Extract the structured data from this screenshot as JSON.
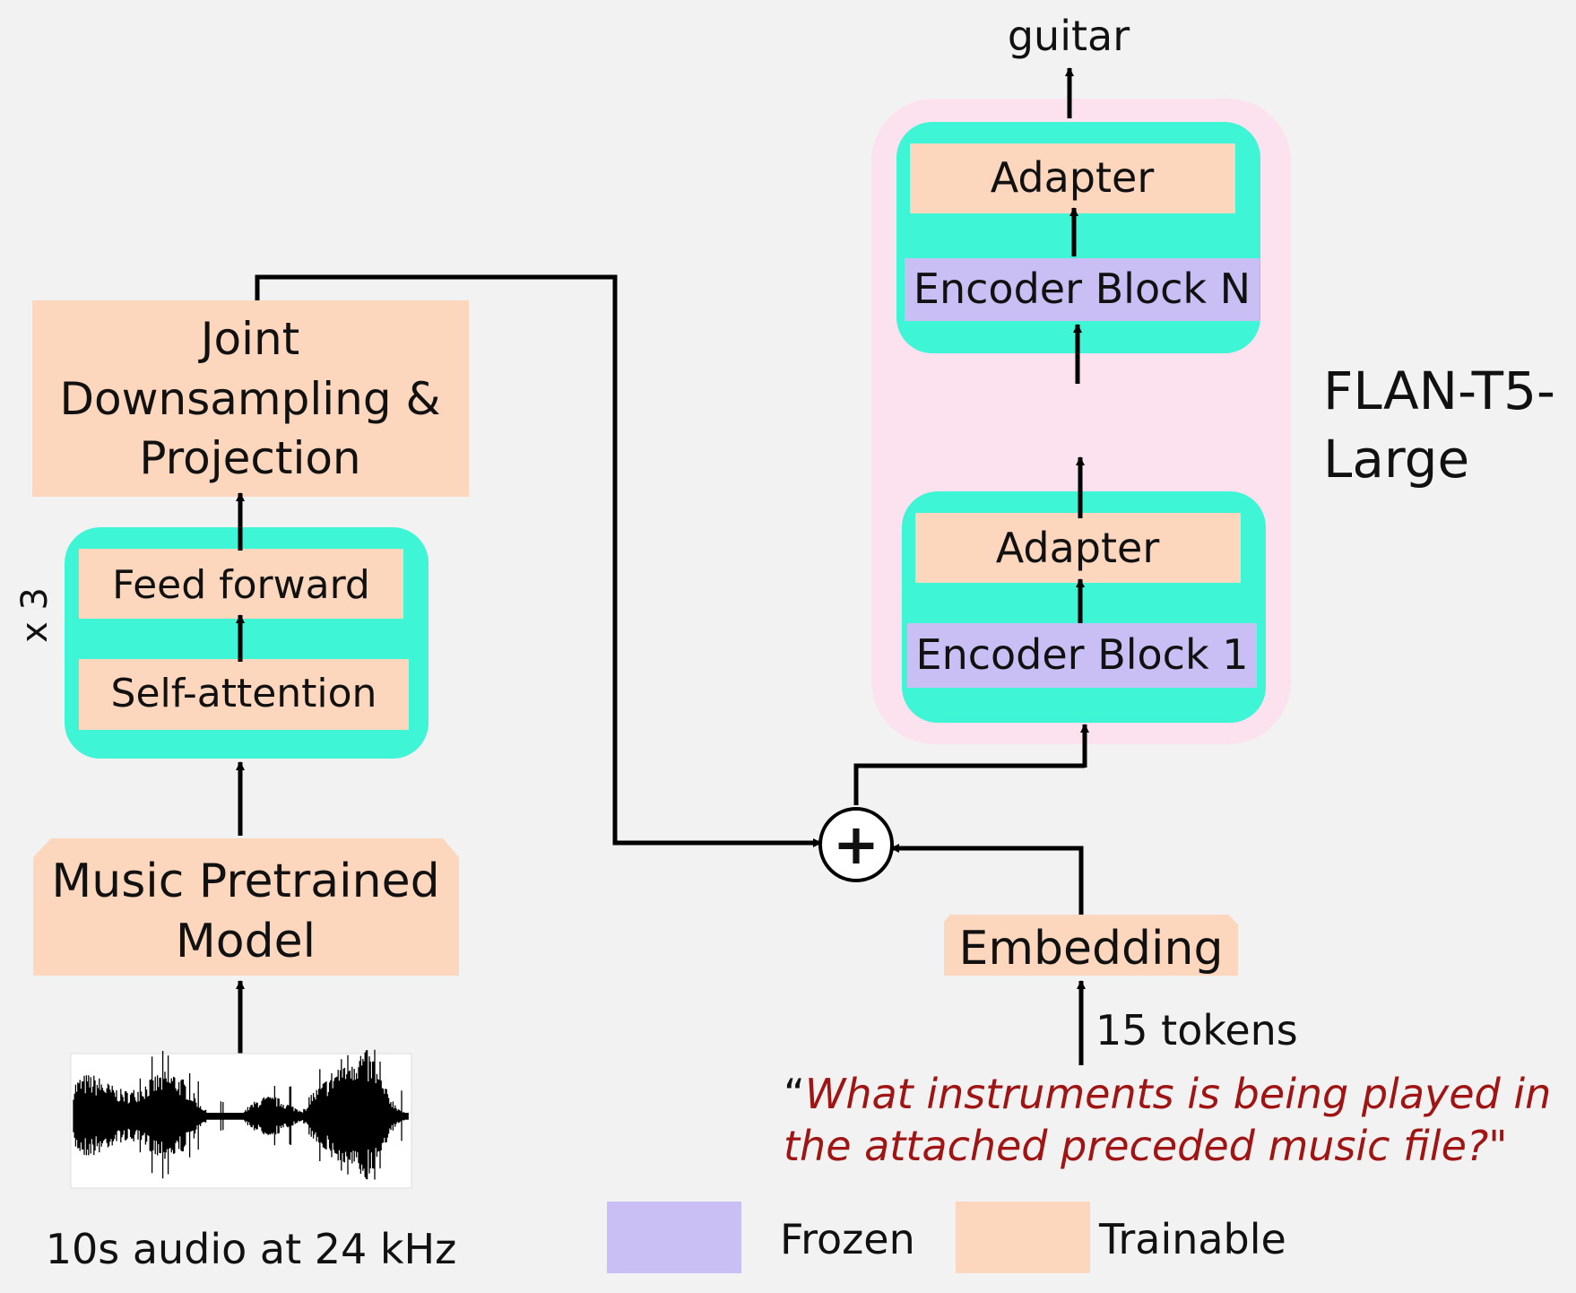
{
  "colors": {
    "background": "#f2f2f2",
    "trainable": "#fcd6bd",
    "frozen": "#c9bff5",
    "block_container": "#3ef5d6",
    "llm_container": "#fce2ee",
    "prompt_text": "#a01414"
  },
  "output_label": "guitar",
  "audio_label": "10s audio at 24 kHz",
  "music_model": {
    "line1": "Music Pretrained",
    "line2": "Model"
  },
  "transformer": {
    "repeat": "x 3",
    "feed_forward": "Feed forward",
    "self_attention": "Self-attention"
  },
  "projection": {
    "line1": "Joint",
    "line2": "Downsampling &",
    "line3": "Projection"
  },
  "llm": {
    "name_line1": "FLAN-T5-",
    "name_line2": "Large",
    "top_adapter": "Adapter",
    "top_encoder": "Encoder Block N",
    "bottom_adapter": "Adapter",
    "bottom_encoder": "Encoder Block 1"
  },
  "sum_symbol": "+",
  "embedding": "Embedding",
  "tokens_label": "15 tokens",
  "prompt": {
    "open_quote": "“",
    "line1": "What instruments is being played in",
    "line2": "the attached preceded music file?\""
  },
  "legend": {
    "frozen": "Frozen",
    "trainable": "Trainable"
  }
}
